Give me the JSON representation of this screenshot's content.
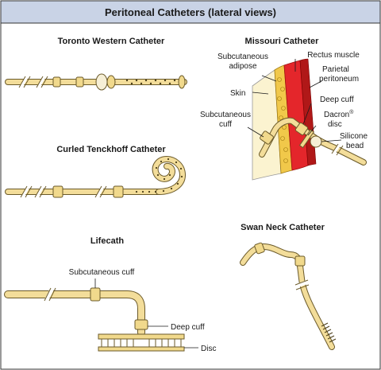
{
  "title": "Peritoneal Catheters (lateral views)",
  "sections": {
    "toronto": {
      "title": "Toronto Western Catheter"
    },
    "missouri": {
      "title": "Missouri Catheter",
      "labels": {
        "subcutaneous_adipose_1": "Subcutaneous",
        "subcutaneous_adipose_2": "adipose",
        "rectus_muscle": "Rectus muscle",
        "parietal_peritoneum_1": "Parietal",
        "parietal_peritoneum_2": "peritoneum",
        "skin": "Skin",
        "deep_cuff": "Deep cuff",
        "subcutaneous_cuff_1": "Subcutaneous",
        "subcutaneous_cuff_2": "cuff",
        "dacron_disc_1": "Dacron",
        "dacron_disc_reg": "®",
        "dacron_disc_2": "disc",
        "silicone_bead_1": "Silicone",
        "silicone_bead_2": "bead"
      }
    },
    "tenckhoff": {
      "title": "Curled Tenckhoff Catheter"
    },
    "lifecath": {
      "title": "Lifecath",
      "labels": {
        "subcutaneous_cuff": "Subcutaneous cuff",
        "deep_cuff": "Deep cuff",
        "disc": "Disc"
      }
    },
    "swan_neck": {
      "title": "Swan Neck Catheter"
    }
  }
}
